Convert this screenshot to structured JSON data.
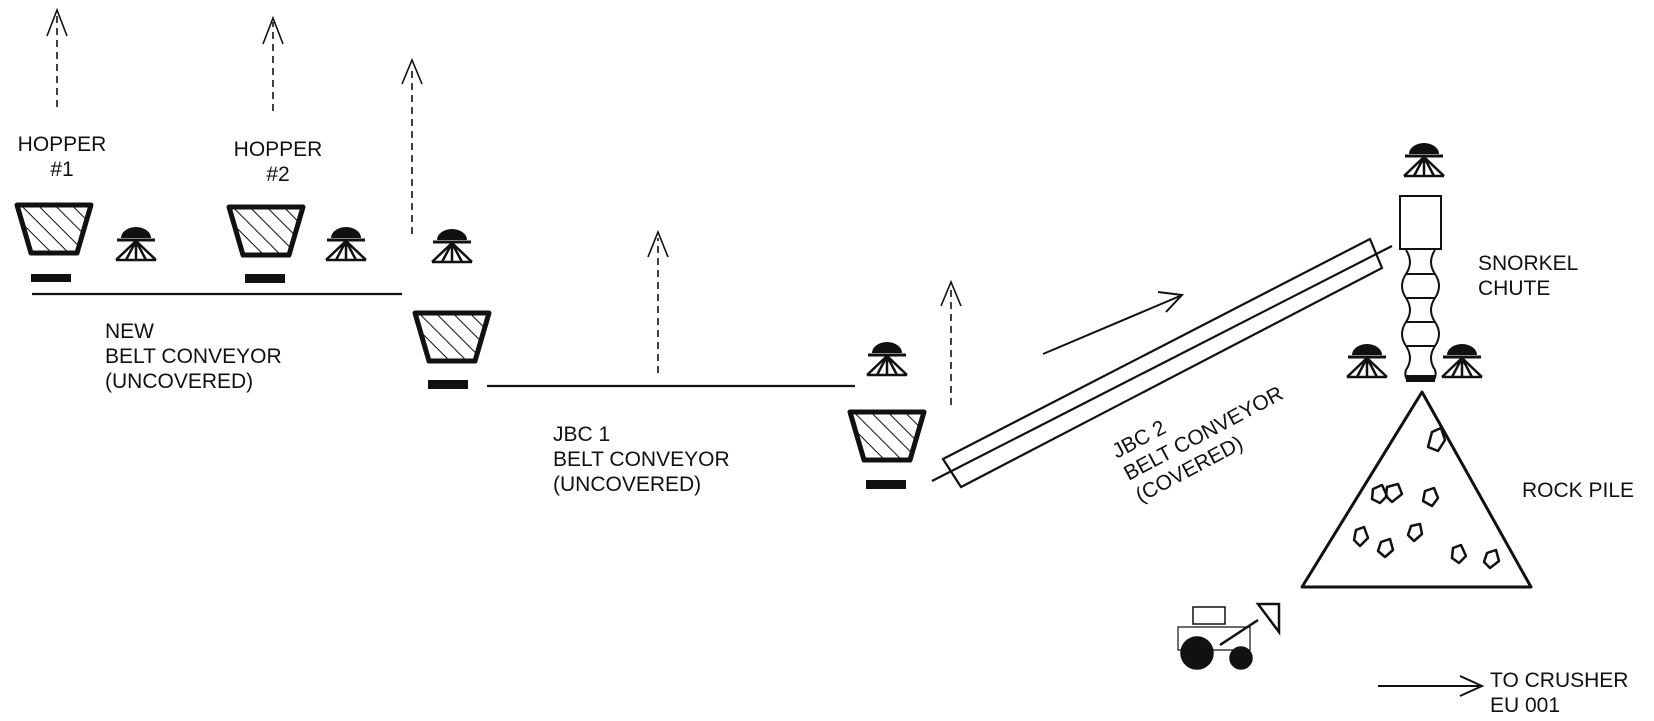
{
  "labels": {
    "hopper1": [
      "HOPPER",
      "#1"
    ],
    "hopper2": [
      "HOPPER",
      "#2"
    ],
    "new_conveyor": [
      "NEW",
      "BELT CONVEYOR",
      "(UNCOVERED)"
    ],
    "jbc1": [
      "JBC 1",
      "BELT CONVEYOR",
      "(UNCOVERED)"
    ],
    "jbc2": [
      "JBC 2",
      "BELT CONVEYOR",
      "(COVERED)"
    ],
    "snorkel": [
      "SNORKEL",
      "CHUTE"
    ],
    "rock_pile": "ROCK PILE",
    "to_crusher": [
      "TO CRUSHER",
      "EU 001"
    ]
  },
  "colors": {
    "ink": "#111111",
    "background": "#ffffff"
  }
}
